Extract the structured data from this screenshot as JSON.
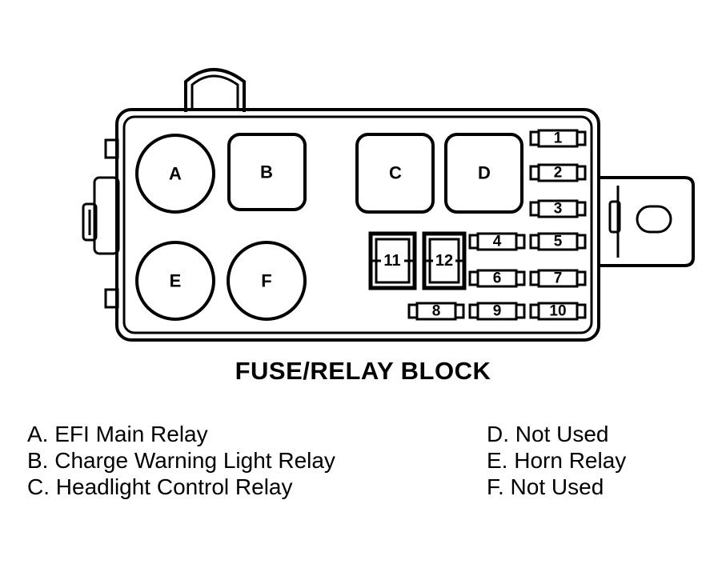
{
  "title": "FUSE/RELAY BLOCK",
  "relays": [
    {
      "id": "A",
      "shape": "circle"
    },
    {
      "id": "B",
      "shape": "square"
    },
    {
      "id": "C",
      "shape": "square"
    },
    {
      "id": "D",
      "shape": "square"
    },
    {
      "id": "E",
      "shape": "circle"
    },
    {
      "id": "F",
      "shape": "circle"
    }
  ],
  "fuses": [
    "1",
    "2",
    "3",
    "4",
    "5",
    "6",
    "7",
    "8",
    "9",
    "10"
  ],
  "main_fuses": [
    "11",
    "12"
  ],
  "legend_left": [
    "A. EFI Main Relay",
    "B. Charge Warning Light Relay",
    "C. Headlight Control Relay"
  ],
  "legend_right": [
    "D. Not Used",
    "E. Horn Relay",
    "F. Not Used"
  ]
}
